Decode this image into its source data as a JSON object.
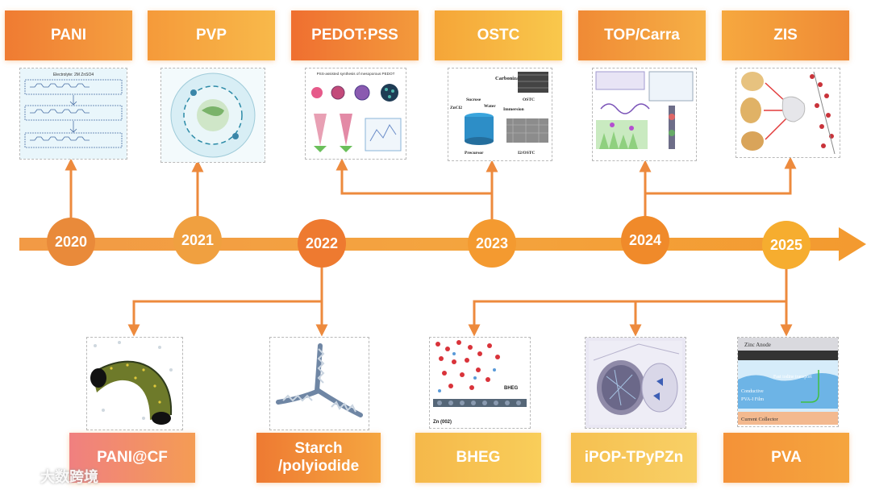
{
  "timeline": {
    "years": [
      "2020",
      "2021",
      "2022",
      "2023",
      "2024",
      "2025"
    ]
  },
  "top_labels": [
    "PANI",
    "PVP",
    "PEDOT:PSS",
    "OSTC",
    "TOP/Carra",
    "ZIS"
  ],
  "bottom_labels": [
    "PANI@CF",
    "Starch\n/polyiodide",
    "BHEG",
    "iPOP-TPyPZn",
    "PVA"
  ],
  "figure_text": {
    "pani_title": "Electrolyte: 2M ZnSO4",
    "pedot_title": "PSS-assisted synthesis of mesoporous PEDOT",
    "ostc_carbonization": "Carbonization",
    "ostc_sucrose": "Sucrose",
    "ostc_water": "Water",
    "ostc_zncl": "ZnCl2",
    "ostc_immersion": "Immersion",
    "ostc_precursor": "Precursor",
    "ostc_label": "OSTC",
    "ostc_i2": "I2/OSTC",
    "bheg_zn": "Zn (002)",
    "bheg_label": "BHEG",
    "pva_zinc_anode": "Zinc Anode",
    "pva_transport": "Fast iodine transport",
    "pva_film1": "Conductive",
    "pva_film2": "PVA-I Film",
    "pva_collector": "Current Collector"
  },
  "watermark": {
    "text": "大数跨境"
  },
  "colors": {
    "orange_dark": "#ee7a2f",
    "orange_mid": "#f39a3a",
    "orange_light": "#f7bd4a",
    "line": "#ed8a3d"
  }
}
